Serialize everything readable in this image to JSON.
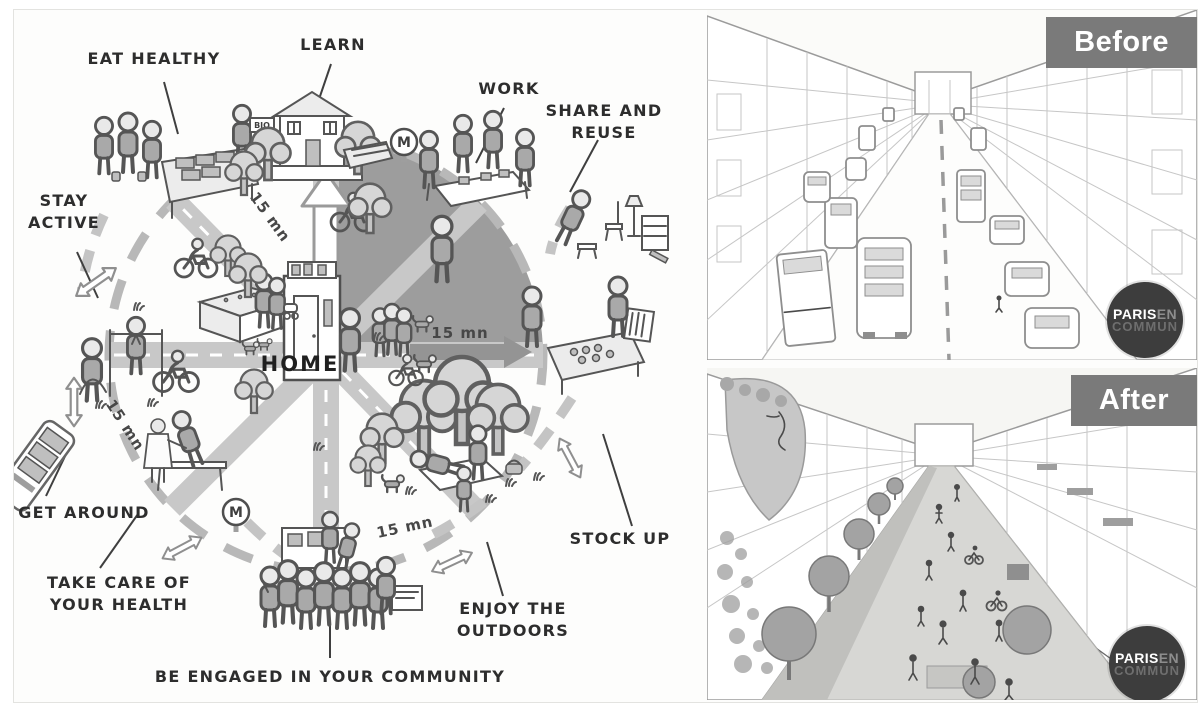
{
  "diagram": {
    "home_label": "HOME",
    "travel_time_label": "15 mn",
    "metro_sign_letter": "M",
    "market_sign_label": "BIO",
    "activities": {
      "eat_healthy": "EAT HEALTHY",
      "learn": "LEARN",
      "work": "WORK",
      "share_and_reuse": "SHARE AND REUSE",
      "stay_active": "STAY ACTIVE",
      "get_around": "GET AROUND",
      "take_care_of_your_health": "TAKE CARE OF YOUR HEALTH",
      "be_engaged_in_your_community": "BE ENGAGED IN YOUR COMMUNITY",
      "enjoy_the_outdoors": "ENJOY THE OUTDOORS",
      "stock_up": "STOCK UP"
    }
  },
  "comparison": {
    "before_badge": "Before",
    "after_badge": "After",
    "logo": {
      "city": "PARIS",
      "middle": "EN",
      "bottom": "COMMUN"
    }
  },
  "colors": {
    "badge_bg": "#7a7a7a",
    "badge_text": "#ffffff",
    "logo_bg": "#3d3d3d",
    "wedge_gray": "#9d9d9d",
    "road_gray": "#c8c8c8",
    "ink": "#2d2d2d"
  }
}
